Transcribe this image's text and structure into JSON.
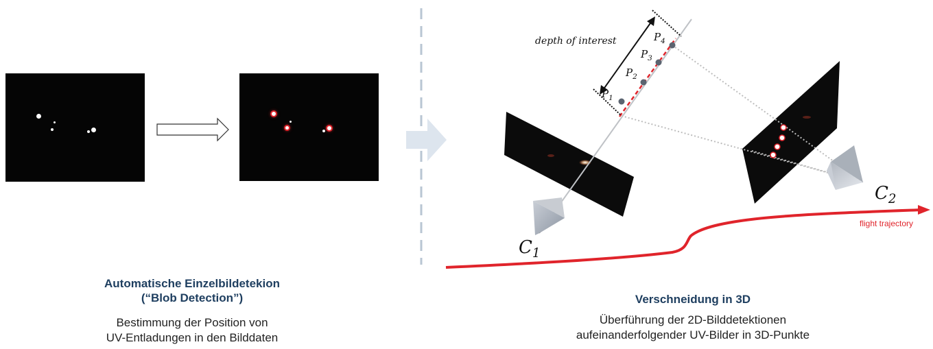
{
  "left": {
    "title_line1": "Automatische Einzelbildetekion",
    "title_line2": "(“Blob Detection”)",
    "desc_line1": "Bestimmung der Position von",
    "desc_line2": "UV-Entladungen in den Bilddaten"
  },
  "right": {
    "title": "Verschneidung in 3D",
    "desc_line1": "Überführung der 2D-Bilddetektionen",
    "desc_line2": "aufeinanderfolgender UV-Bilder in 3D-Punkte"
  },
  "diagram": {
    "depth_label": "depth of interest",
    "points": [
      {
        "base": "P",
        "sub": "1"
      },
      {
        "base": "P",
        "sub": "2"
      },
      {
        "base": "P",
        "sub": "3"
      },
      {
        "base": "P",
        "sub": "4"
      }
    ],
    "cameras": [
      {
        "base": "C",
        "sub": "1"
      },
      {
        "base": "C",
        "sub": "2"
      }
    ],
    "trajectory_label": "flight trajectory"
  },
  "colors": {
    "caption_title": "#1f3f60",
    "trajectory": "#e0242b",
    "divider": "#b9c6d3",
    "big_arrow": "#dde5ee"
  }
}
